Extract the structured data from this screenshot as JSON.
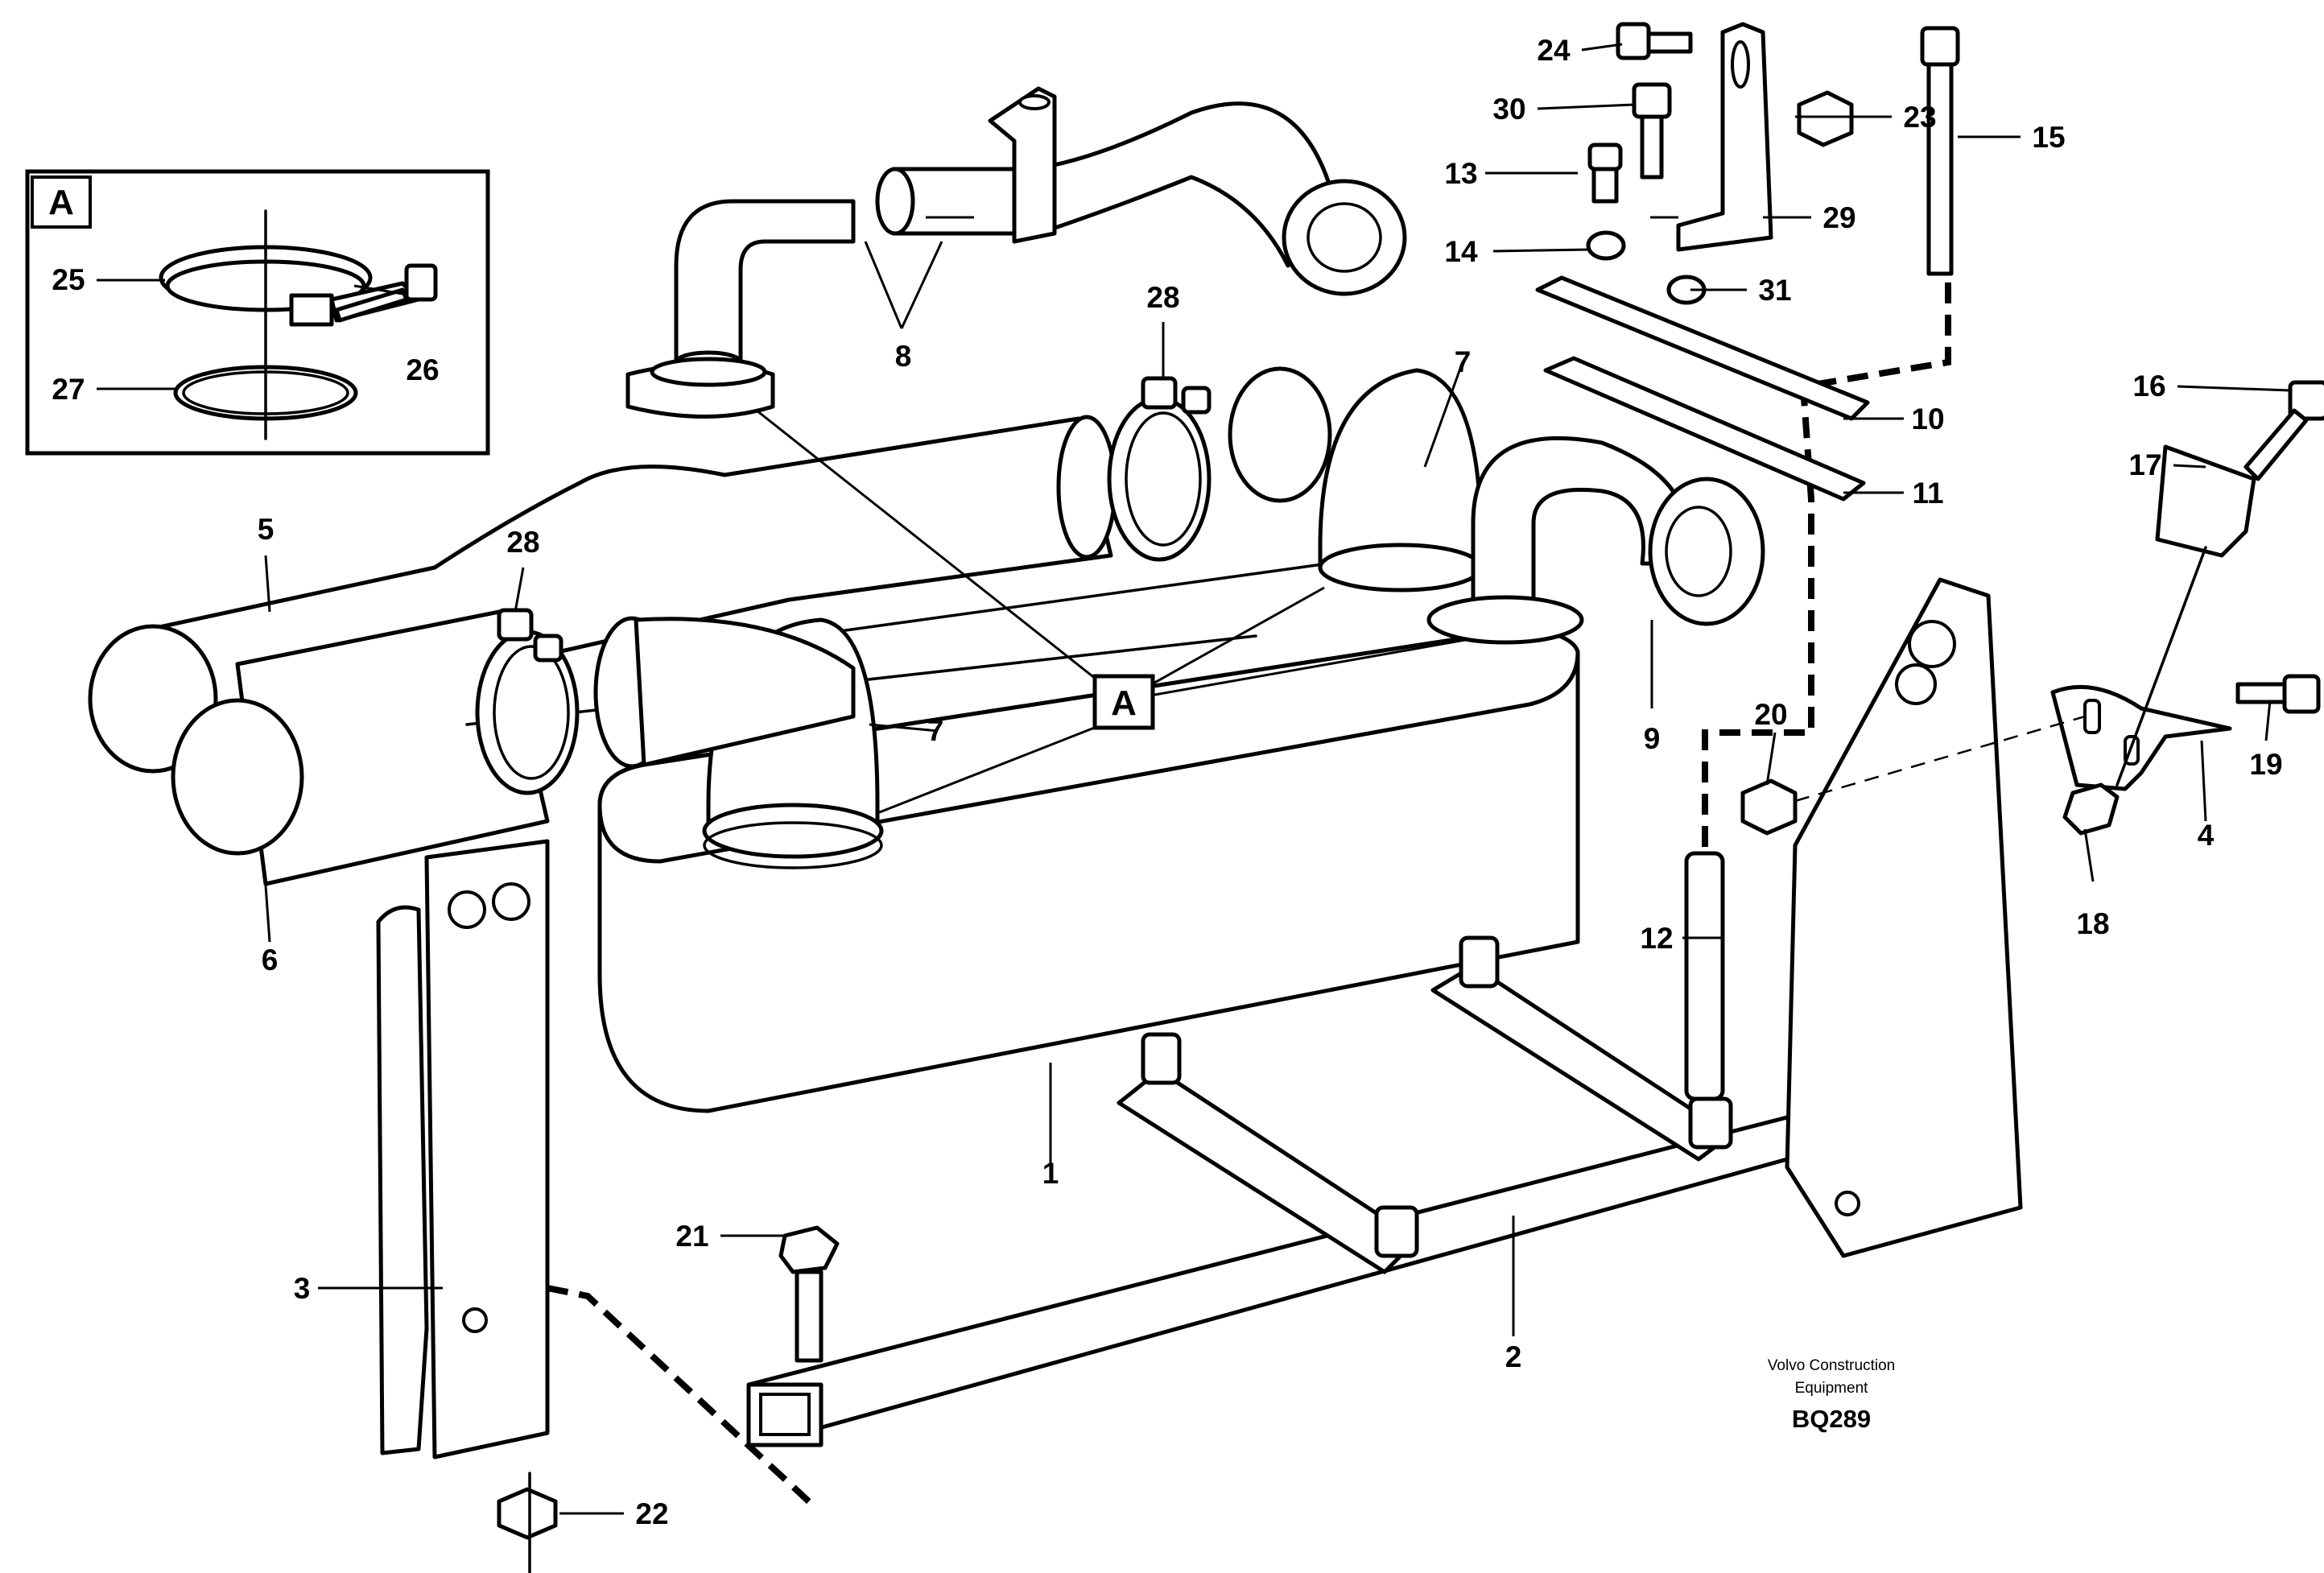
{
  "callouts": {
    "n1": "1",
    "n2": "2",
    "n3": "3",
    "n4": "4",
    "n5": "5",
    "n6": "6",
    "n7a": "7",
    "n7b": "7",
    "n8": "8",
    "n9": "9",
    "n10": "10",
    "n11": "11",
    "n12": "12",
    "n13": "13",
    "n14": "14",
    "n15": "15",
    "n16": "16",
    "n17": "17",
    "n18": "18",
    "n19": "19",
    "n20": "20",
    "n21": "21",
    "n22": "22",
    "n23": "23",
    "n24": "24",
    "n25": "25",
    "n26": "26",
    "n27": "27",
    "n28a": "28",
    "n28b": "28",
    "n29": "29",
    "n30": "30",
    "n31": "31"
  },
  "detail": {
    "label": "A"
  },
  "center_marker": {
    "label": "A"
  },
  "credit": {
    "line1": "Volvo Construction",
    "line2": "Equipment",
    "code": "BQ289"
  }
}
